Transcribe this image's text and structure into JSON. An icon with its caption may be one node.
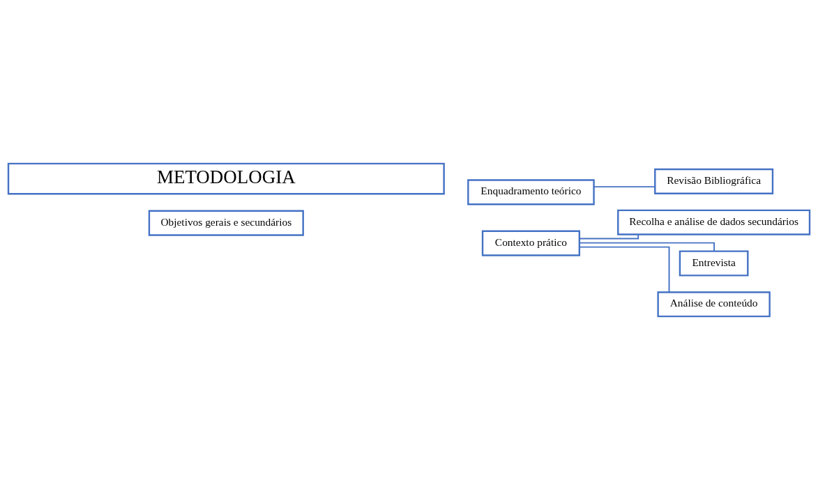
{
  "diagram": {
    "nodes": [
      {
        "text": [
          "METODOLOGIA"
        ]
      },
      {
        "text": [
          "Enquadramento teórico"
        ]
      },
      {
        "text": [
          "Revisão Bibliográfica"
        ]
      },
      {
        "text": [
          "Objetivos gerais e secundários"
        ]
      },
      {
        "text": [
          "Contexto prático"
        ]
      },
      {
        "text": [
          "Recolha e análise de dados secundários"
        ]
      },
      {
        "text": [
          "Entrevista"
        ]
      },
      {
        "text": [
          "Análise de conteúdo"
        ]
      }
    ],
    "edges": [
      {
        "from": 1,
        "to": 2,
        "arrow": "none"
      },
      {
        "from": 4,
        "to": 5,
        "arrow": "none"
      },
      {
        "from": 4,
        "to": 6,
        "arrow": "none"
      },
      {
        "from": 4,
        "to": 7,
        "arrow": "none"
      }
    ]
  }
}
